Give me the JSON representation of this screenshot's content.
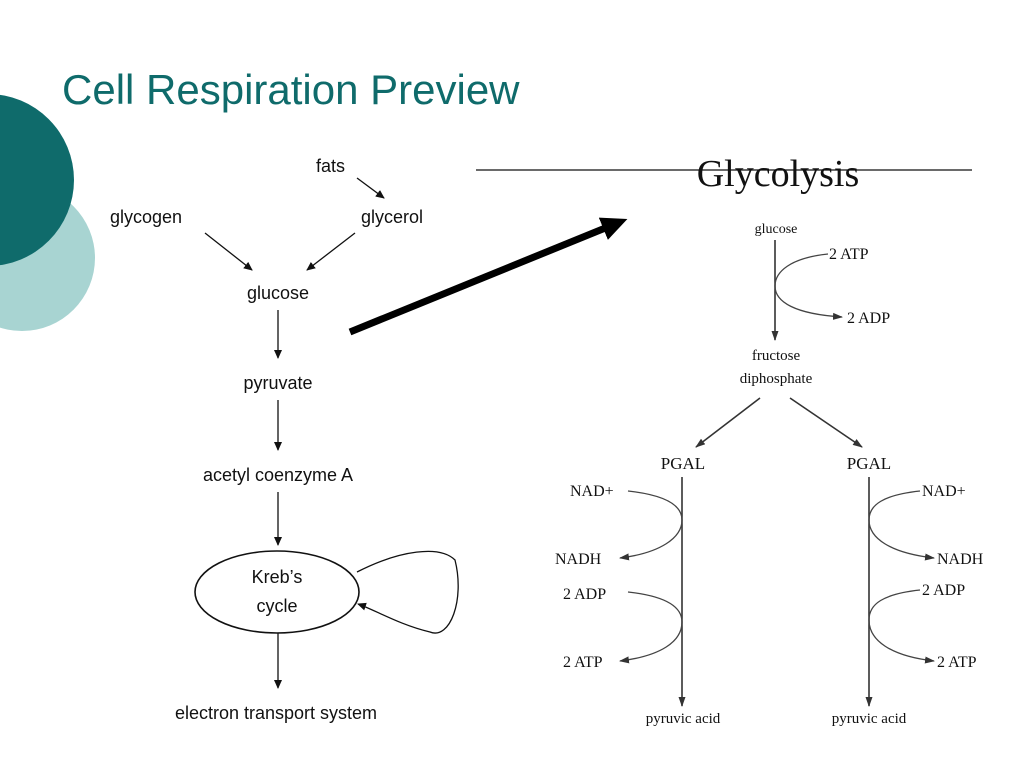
{
  "slide": {
    "title": "Cell Respiration Preview",
    "accent_color": "#0f6b6b",
    "accent_light_color": "#a8d4d2"
  },
  "pathway": {
    "fats": "fats",
    "glycogen": "glycogen",
    "glycerol": "glycerol",
    "glucose": "glucose",
    "pyruvate": "pyruvate",
    "acetyl_coa": "acetyl coenzyme A",
    "krebs_line1": "Kreb’s",
    "krebs_line2": "cycle",
    "ets": "electron transport system"
  },
  "glycolysis": {
    "title": "Glycolysis",
    "glucose": "glucose",
    "atp_in": "2 ATP",
    "adp_out": "2 ADP",
    "fructose_line1": "fructose",
    "fructose_line2": "diphosphate",
    "pgal_left": "PGAL",
    "pgal_right": "PGAL",
    "left": {
      "nad_plus": "NAD+",
      "nadh": "NADH",
      "adp": "2 ADP",
      "atp": "2 ATP",
      "product": "pyruvic acid"
    },
    "right": {
      "nad_plus": "NAD+",
      "nadh": "NADH",
      "adp": "2 ADP",
      "atp": "2 ATP",
      "product": "pyruvic acid"
    }
  }
}
